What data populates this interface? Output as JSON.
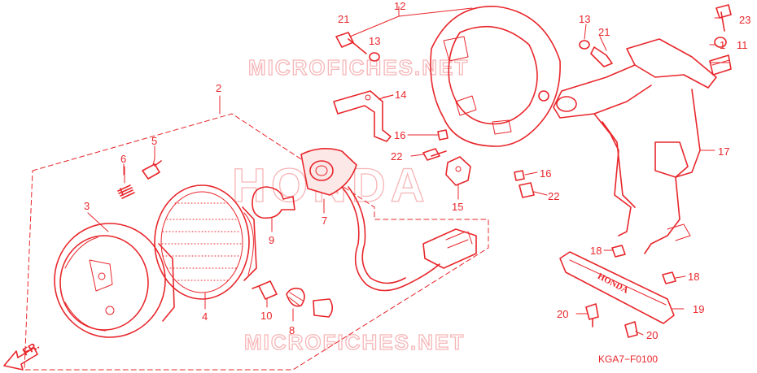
{
  "watermarks": {
    "top": "MICROFICHES.NET",
    "bottom": "MICROFICHES.NET",
    "center": "HONDA"
  },
  "diagram_code": "KGA7−F0100",
  "front_indicator": "FR.",
  "bracket_brand": "HONDA",
  "callouts": [
    {
      "id": "c1",
      "label": "1"
    },
    {
      "id": "c2",
      "label": "2"
    },
    {
      "id": "c3",
      "label": "3"
    },
    {
      "id": "c4",
      "label": "4"
    },
    {
      "id": "c5",
      "label": "5"
    },
    {
      "id": "c6",
      "label": "6"
    },
    {
      "id": "c7",
      "label": "7"
    },
    {
      "id": "c8",
      "label": "8"
    },
    {
      "id": "c9",
      "label": "9"
    },
    {
      "id": "c10",
      "label": "10"
    },
    {
      "id": "c11",
      "label": "11"
    },
    {
      "id": "c12",
      "label": "12"
    },
    {
      "id": "c13a",
      "label": "13"
    },
    {
      "id": "c13b",
      "label": "13"
    },
    {
      "id": "c14",
      "label": "14"
    },
    {
      "id": "c15",
      "label": "15"
    },
    {
      "id": "c16a",
      "label": "16"
    },
    {
      "id": "c16b",
      "label": "16"
    },
    {
      "id": "c17",
      "label": "17"
    },
    {
      "id": "c18a",
      "label": "18"
    },
    {
      "id": "c18b",
      "label": "18"
    },
    {
      "id": "c19",
      "label": "19"
    },
    {
      "id": "c20a",
      "label": "20"
    },
    {
      "id": "c20b",
      "label": "20"
    },
    {
      "id": "c21a",
      "label": "21"
    },
    {
      "id": "c21b",
      "label": "21"
    },
    {
      "id": "c22a",
      "label": "22"
    },
    {
      "id": "c22b",
      "label": "22"
    },
    {
      "id": "c23",
      "label": "23"
    }
  ]
}
